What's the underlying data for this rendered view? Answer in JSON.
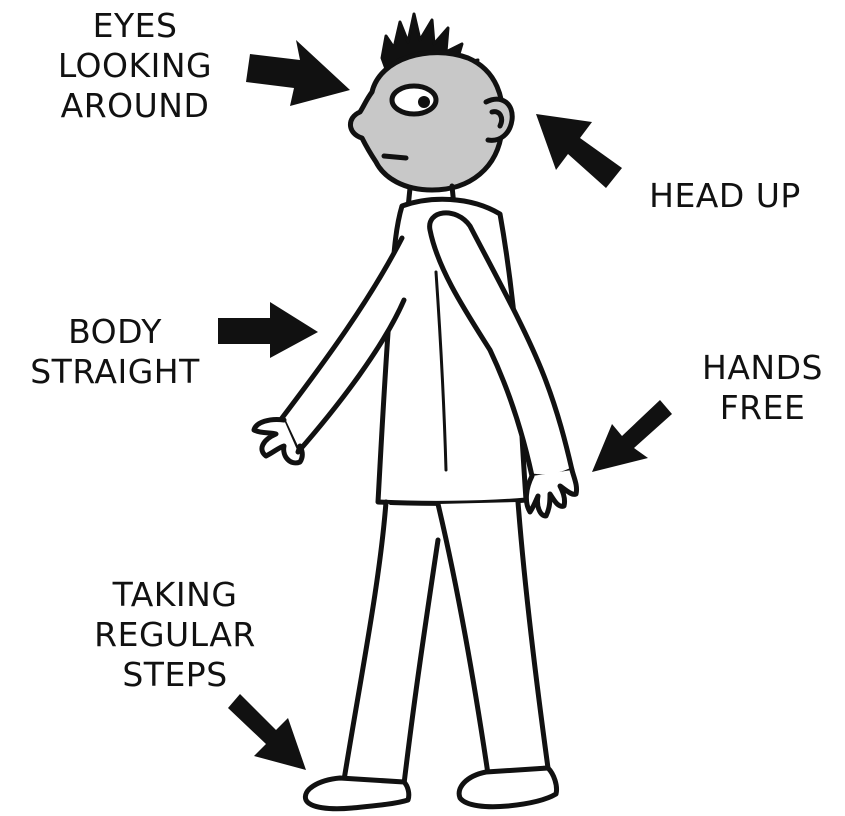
{
  "labels": {
    "eyes": [
      "EYES",
      "LOOKING",
      "AROUND"
    ],
    "head": [
      "HEAD UP"
    ],
    "body": [
      "BODY",
      "STRAIGHT"
    ],
    "hands": [
      "HANDS",
      "FREE"
    ],
    "steps": [
      "TAKING",
      "REGULAR",
      "STEPS"
    ]
  },
  "colors": {
    "ink": "#111111",
    "skin": "#c8c8c8",
    "background": "#ffffff"
  }
}
